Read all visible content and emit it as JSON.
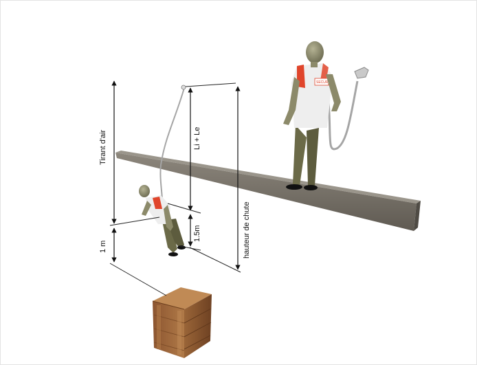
{
  "diagram": {
    "labels": {
      "tirant_air": "Tirant d'air",
      "li_le": "Li + Le",
      "hauteur_chute": "hauteur de chute",
      "one_m": "1 m",
      "one_five_m": "1.5m"
    },
    "colors": {
      "beam": "#6f6a62",
      "beam_top": "#8a857c",
      "crate": "#a0683a",
      "shirt": "#ededed",
      "shirt_accent": "#e0452b",
      "pants": "#6b6a48",
      "skin": "#8c8a6a"
    },
    "logo_text": "SECURE"
  }
}
